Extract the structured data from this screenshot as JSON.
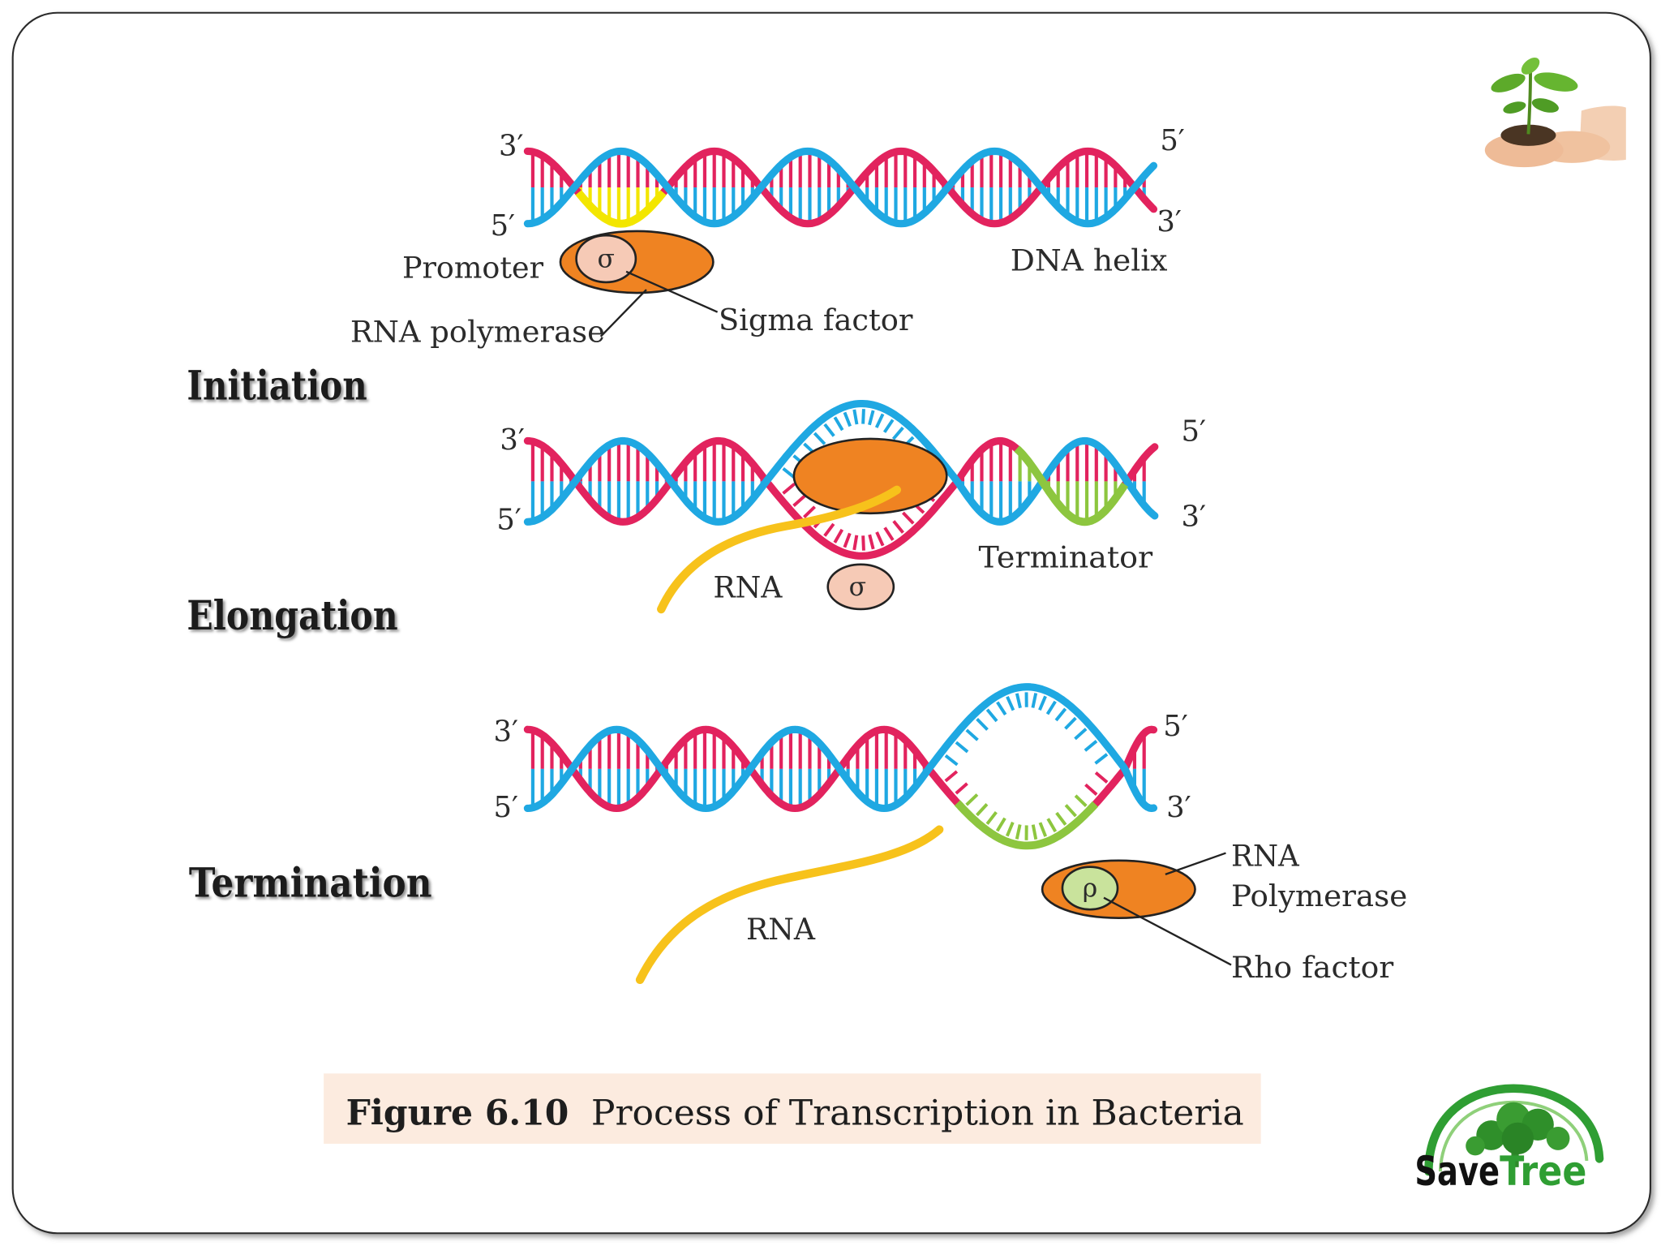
{
  "initiation": {
    "heading": "Initiation",
    "end_top_left": "3′",
    "end_bottom_left": "5′",
    "end_top_right": "5′",
    "end_bottom_right": "3′",
    "promoter_label": "Promoter",
    "sigma_symbol": "σ",
    "sigma_label": "Sigma factor",
    "polymerase_label": "RNA polymerase",
    "helix_label": "DNA helix"
  },
  "elongation": {
    "heading": "Elongation",
    "end_top_left": "3′",
    "end_bottom_left": "5′",
    "end_top_right": "5′",
    "end_bottom_right": "3′",
    "terminator_label": "Terminator",
    "rna_label": "RNA",
    "sigma_symbol": "σ"
  },
  "termination": {
    "heading": "Termination",
    "end_top_left": "3′",
    "end_bottom_left": "5′",
    "end_top_right": "5′",
    "end_bottom_right": "3′",
    "rna_label": "RNA",
    "polymerase_label_line1": "RNA",
    "polymerase_label_line2": "Polymerase",
    "rho_symbol": "ρ",
    "rho_label": "Rho factor"
  },
  "caption": {
    "figure_number": "Figure 6.10",
    "title": "Process of Transcription in Bacteria"
  },
  "logos": {
    "plant_icon": "plant-in-hands-icon",
    "save_tree_word1": "Save",
    "save_tree_word2": "Tree"
  },
  "colors": {
    "strand_cyan": "#1fa8e2",
    "strand_magenta": "#e2235e",
    "promoter": "#f3e600",
    "terminator": "#8dc63f",
    "rna": "#f7c21b",
    "polymerase": "#ef8322",
    "sigma": "#f6cab6",
    "rho": "#c9e39c",
    "caption_bg": "#fcebdf",
    "logo_green": "#2f9e33"
  }
}
